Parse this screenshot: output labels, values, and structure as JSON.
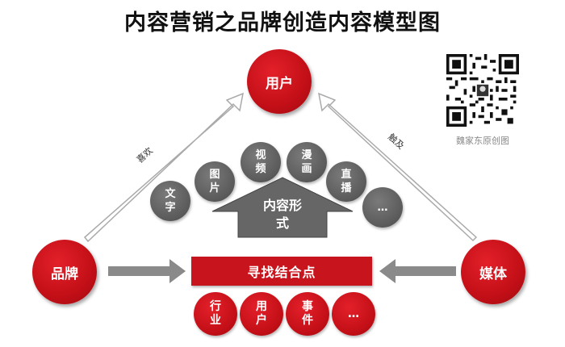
{
  "title": "内容营销之品牌创造内容模型图",
  "nodes": {
    "user": "用户",
    "brand": "品牌",
    "media": "媒体"
  },
  "edges": {
    "brand_to_user": "喜欢",
    "media_to_user": "触及"
  },
  "content_forms": {
    "label": "内容形式",
    "items": [
      "文字",
      "图片",
      "视频",
      "漫画",
      "直播",
      "…"
    ]
  },
  "meeting_point": {
    "label": "寻找结合点",
    "items": [
      "行业",
      "用户",
      "事件",
      "…"
    ]
  },
  "watermark": "魏家东原创图",
  "colors": {
    "red": "#c8141c",
    "gray": "#5a5a5a"
  }
}
